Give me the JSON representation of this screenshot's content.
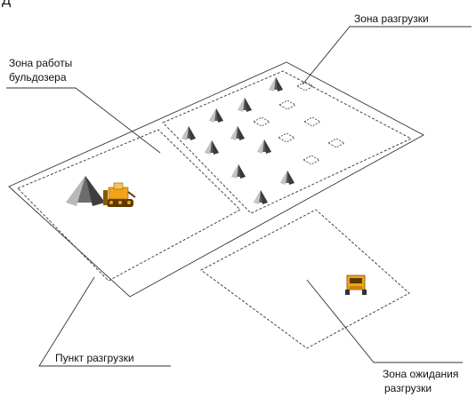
{
  "corner_mark": "Д",
  "labels": {
    "unload_zone": "Зона разгрузки",
    "bulldozer_zone_line1": "Зона работы",
    "bulldozer_zone_line2": "бульдозера",
    "unload_point": "Пункт разгрузки",
    "waiting_zone_line1": "Зона ожидания",
    "waiting_zone_line2": "разгрузки"
  },
  "icons": {
    "pile": "pile-icon",
    "empty_slot": "empty-slot-icon",
    "bulldozer": "bulldozer-icon",
    "dump_truck": "dump-truck-icon",
    "big_pile": "big-pile-icon"
  },
  "colors": {
    "outline": "#222222",
    "pile_dark": "#4a4a4a",
    "pile_light": "#bdbdbd",
    "machine_yellow": "#f2a317",
    "machine_dark": "#5a3a00"
  }
}
